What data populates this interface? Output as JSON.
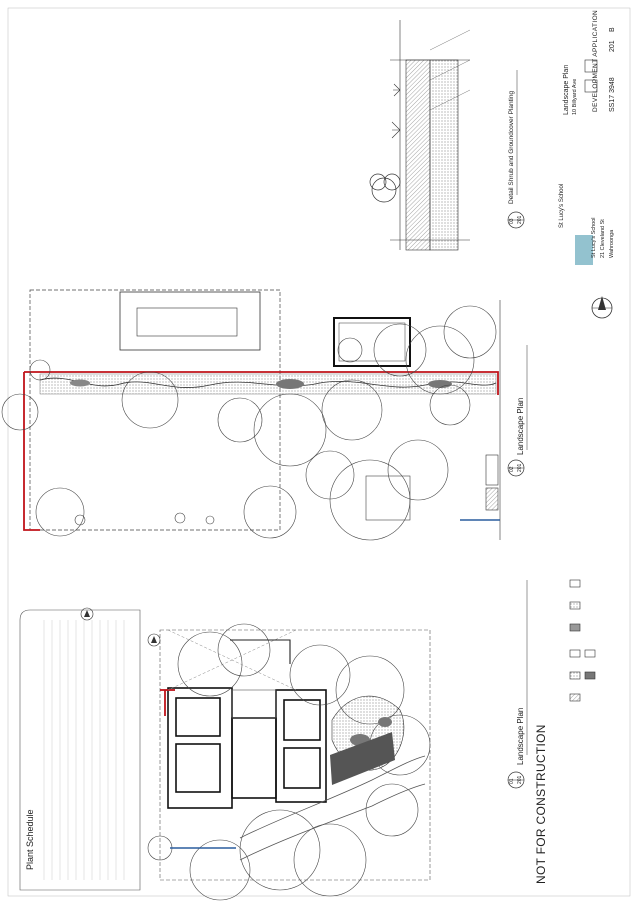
{
  "drawing": {
    "not_for_construction": "NOT FOR CONSTRUCTION",
    "plant_schedule_title": "Plant Schedule",
    "view1": {
      "number": "01",
      "sheet": "201",
      "title": "Landscape Plan"
    },
    "view2": {
      "number": "02",
      "sheet": "201",
      "title": "Landscape Plan"
    },
    "view3": {
      "number": "03",
      "sheet": "201",
      "title": "Detail Shrub and Groundcover Planting"
    }
  },
  "title_block": {
    "client": "St Lucy's School",
    "project_title": "Landscape Plan",
    "project_address": "10 Billyard Ave",
    "site_name": "St Lucy's School",
    "site_street": "21 Cleveland St",
    "site_suburb": "Wahroonga",
    "status": "DEVELOPMENT APPLICATION",
    "job_number": "SS17 3948",
    "drawing_number": "201",
    "revision": "B"
  },
  "colors": {
    "line": "#333333",
    "boundary": "#c0131a",
    "accent": "#2a5d9e",
    "logo": "#3a8fa8"
  },
  "icons": {
    "north_arrow": "north-arrow-icon",
    "logo": "logo-icon"
  }
}
